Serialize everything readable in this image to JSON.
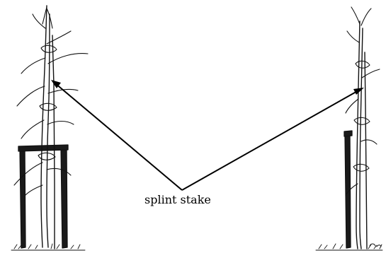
{
  "annotation": {
    "label": "splint stake"
  },
  "figures": [
    {
      "name": "staked-tree-with-two-posts"
    },
    {
      "name": "tree-with-single-splint-stake"
    }
  ],
  "colors": {
    "ink": "#111111",
    "background": "#ffffff"
  }
}
